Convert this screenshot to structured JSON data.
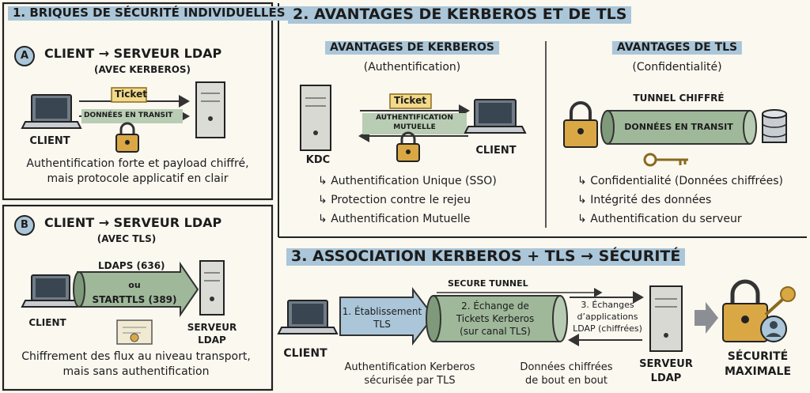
{
  "colors": {
    "background": "#fbf8f0",
    "highlight_blue": "#aac6d8",
    "highlight_yellow": "#f3d98a",
    "tube": "#9fb89a",
    "lock": "#d9a845",
    "ink": "#1c1c1c"
  },
  "icons": [
    "laptop-icon",
    "server-icon",
    "lock-icon",
    "ticket-icon",
    "certificate-icon",
    "key-icon",
    "database-icon",
    "user-icon",
    "arrow-icon"
  ],
  "section1": {
    "title": "1. BRIQUES DE SÉCURITÉ INDIVIDUELLES",
    "a": {
      "badge": "A",
      "title": "CLIENT → SERVEUR LDAP",
      "subtitle": "(AVEC KERBEROS)",
      "ticket": "Ticket",
      "transit": "DONNÉES EN TRANSIT",
      "client": "CLIENT",
      "caption1": "Authentification forte et payload chiffré,",
      "caption2": "mais protocole applicatif en clair"
    },
    "b": {
      "badge": "B",
      "title": "CLIENT → SERVEUR LDAP",
      "subtitle": "(AVEC TLS)",
      "ldaps": "LDAPS (636)",
      "ou": "ou",
      "starttls": "STARTTLS (389)",
      "client": "CLIENT",
      "server1": "SERVEUR",
      "server2": "LDAP",
      "caption1": "Chiffrement des flux au niveau transport,",
      "caption2": "mais sans authentification"
    }
  },
  "section2": {
    "title": "2. AVANTAGES DE KERBEROS ET DE TLS",
    "kerberos": {
      "title": "AVANTAGES DE KERBEROS",
      "subtitle": "(Authentification)",
      "ticket": "Ticket",
      "mutual1": "AUTHENTIFICATION",
      "mutual2": "MUTUELLE",
      "kdc": "KDC",
      "client": "CLIENT",
      "items": [
        "Authentification Unique (SSO)",
        "Protection contre le rejeu",
        "Authentification Mutuelle"
      ]
    },
    "tls": {
      "title": "AVANTAGES DE TLS",
      "subtitle": "(Confidentialité)",
      "tunnel": "TUNNEL CHIFFRÉ",
      "transit": "DONNÉES EN TRANSIT",
      "items": [
        "Confidentialité (Données chiffrées)",
        "Intégrité des données",
        "Authentification du serveur"
      ]
    }
  },
  "section3": {
    "title": "3. ASSOCIATION KERBEROS + TLS → SÉCURITÉ",
    "secure_tunnel": "SECURE TUNNEL",
    "client": "CLIENT",
    "step1a": "1. Établissement",
    "step1b": "TLS",
    "step2a": "2. Échange de",
    "step2b": "Tickets Kerberos",
    "step2c": "(sur canal TLS)",
    "step3a": "3. Échanges",
    "step3b": "d’applications",
    "step3c": "LDAP (chiffrées)",
    "caption_left1": "Authentification Kerberos",
    "caption_left2": "sécurisée par TLS",
    "caption_right1": "Données chiffrées",
    "caption_right2": "de bout en bout",
    "server1": "SERVEUR",
    "server2": "LDAP",
    "result1": "SÉCURITÉ",
    "result2": "MAXIMALE"
  }
}
